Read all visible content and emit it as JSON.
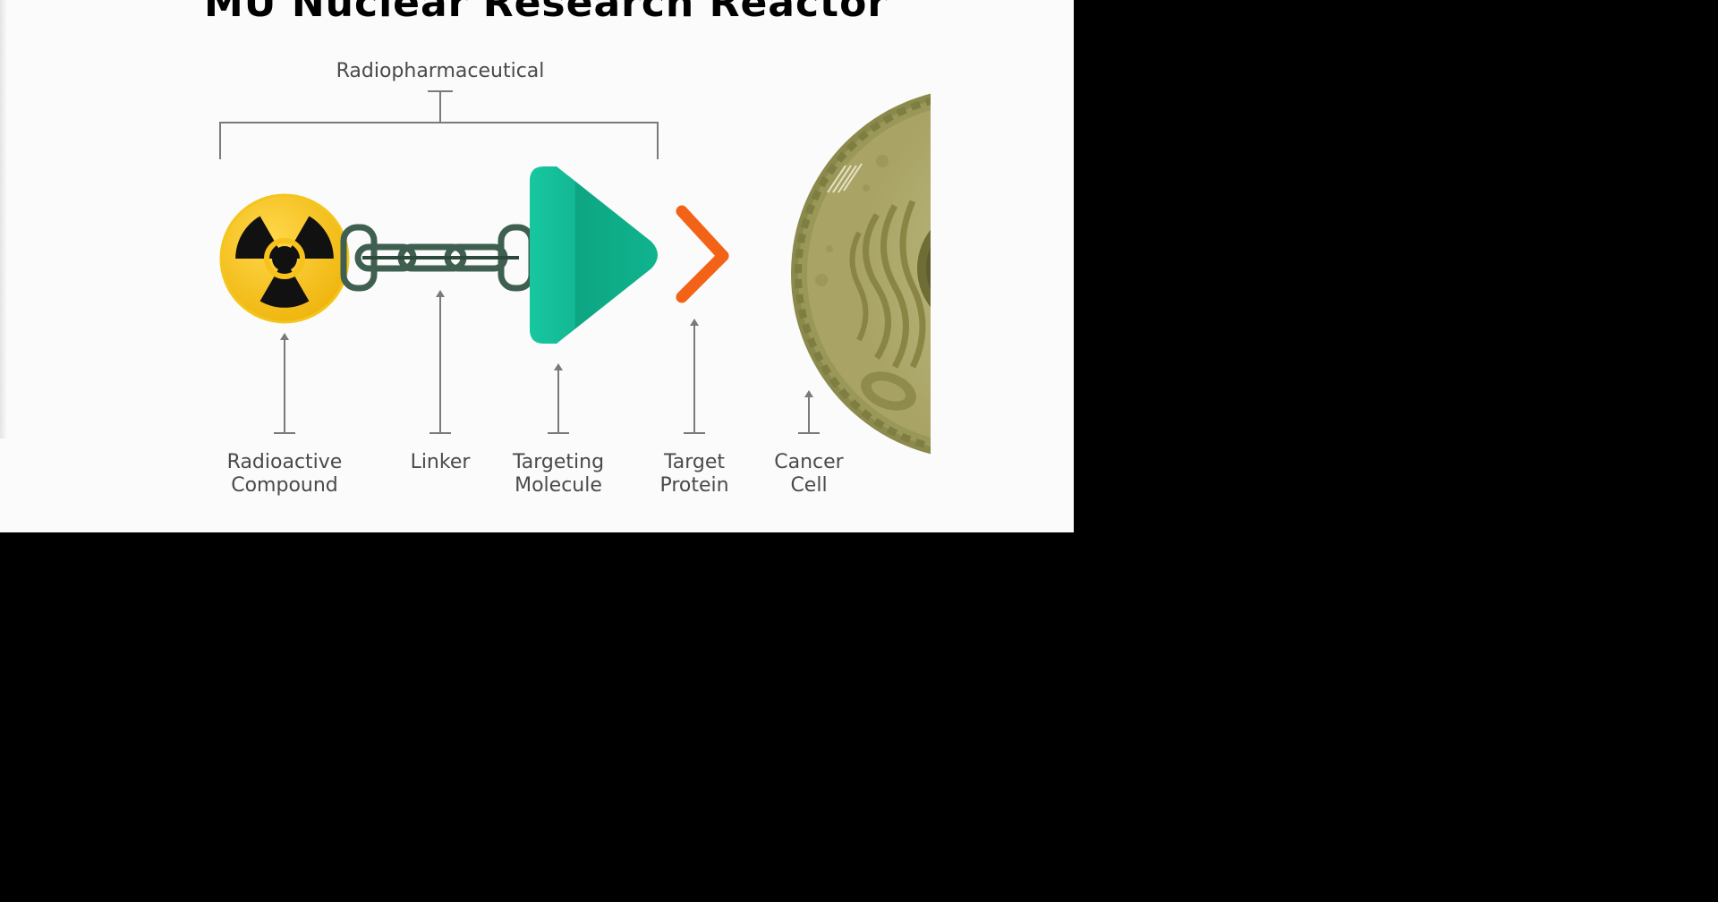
{
  "title": "MU Nuclear Research Reactor",
  "bracket_label": "Radiopharmaceutical",
  "labels": {
    "radioactive_line1": "Radioactive",
    "radioactive_line2": "Compound",
    "linker": "Linker",
    "targeting_line1": "Targeting",
    "targeting_line2": "Molecule",
    "protein_line1": "Target",
    "protein_line2": "Protein",
    "cell_line1": "Cancer",
    "cell_line2": "Cell"
  },
  "colors": {
    "radiation_yellow": "#f6c21b",
    "radiation_black": "#111111",
    "chain": "#3f5f50",
    "targeting_teal": "#11b58f",
    "protein_orange": "#f05a14",
    "protein_red": "#d9202b",
    "cell_body": "#b2ad6e",
    "cell_edge": "#8b8a4c"
  },
  "icons": {
    "radioactive": "radiation-trefoil-icon",
    "linker": "chain-links-icon",
    "targeting": "triangle-molecule-icon",
    "protein": "y-shaped-protein-icon",
    "cell": "cancer-cell-icon"
  }
}
